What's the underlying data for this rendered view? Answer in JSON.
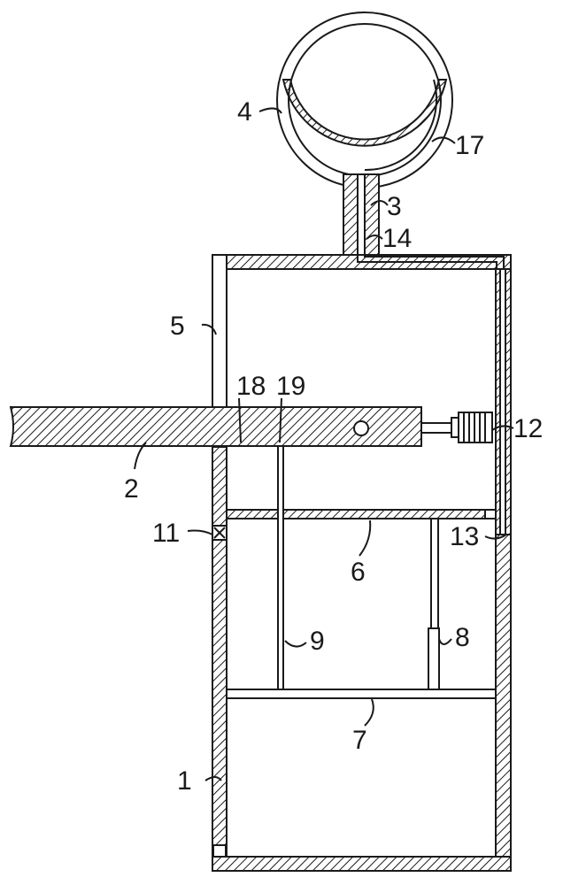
{
  "labels": {
    "l1": "1",
    "l2": "2",
    "l3": "3",
    "l4": "4",
    "l5": "5",
    "l6": "6",
    "l7": "7",
    "l8": "8",
    "l9": "9",
    "l11": "11",
    "l12": "12",
    "l13": "13",
    "l14": "14",
    "l17": "17",
    "l18": "18",
    "l19": "19"
  }
}
